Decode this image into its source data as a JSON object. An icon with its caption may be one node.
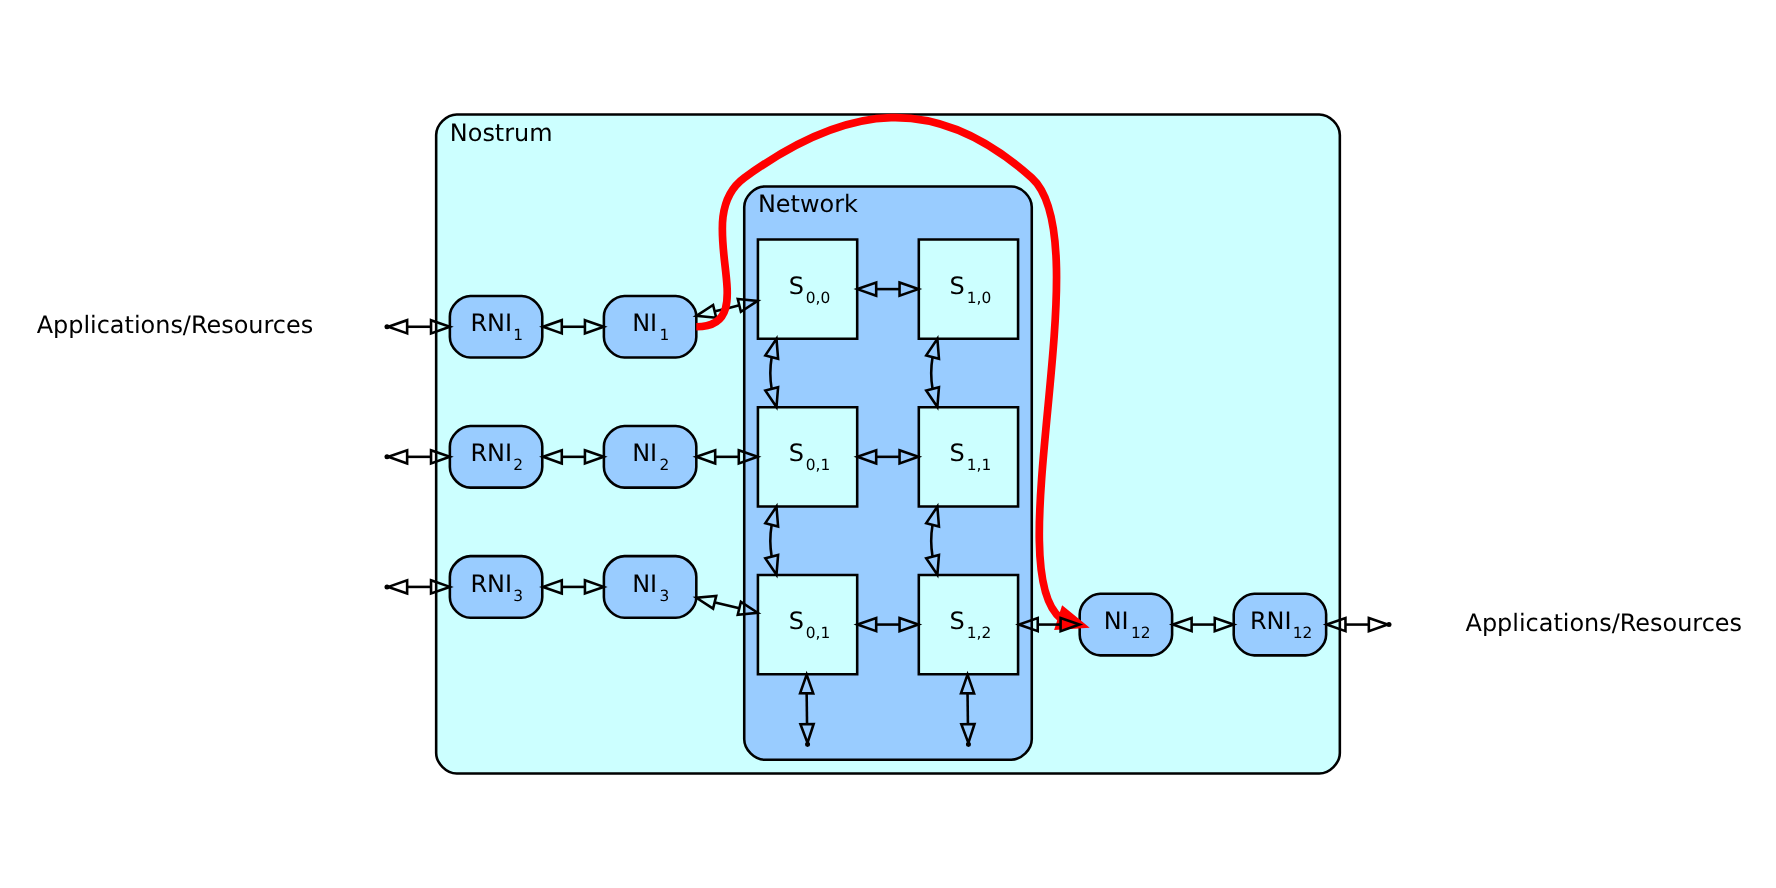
{
  "diagram": {
    "nodes": [
      {
        "text": [
          "Nostrum"
        ]
      },
      {
        "text": [
          "RNI$_{1}$"
        ],
        "in": 0
      },
      {
        "text": [
          "NI$_{1}$"
        ],
        "in": 0
      },
      {
        "text": [
          "Network"
        ],
        "in": 0
      },
      {
        "text": [
          "S$_{0,0}$"
        ],
        "in": 3
      },
      {
        "text": [
          "S$_{1,0}$"
        ],
        "in": 3
      },
      {
        "text": [
          "RNI$_{2}$"
        ],
        "in": 0
      },
      {
        "text": [
          "NI$_{2}$"
        ],
        "in": 0
      },
      {
        "text": [
          "S$_{0,1}$"
        ],
        "in": 3
      },
      {
        "text": [
          "S$_{1,1}$"
        ],
        "in": 3
      },
      {
        "text": [
          "RNI$_{3}$"
        ],
        "in": 0
      },
      {
        "text": [
          "NI$_{3}$"
        ],
        "in": 0
      },
      {
        "text": [
          "S$_{0,1}$"
        ],
        "in": 3
      },
      {
        "text": [
          "S$_{1,2}$"
        ],
        "in": 3
      },
      {
        "text": [
          "NI$_{12}$"
        ],
        "in": 0
      },
      {
        "text": [
          "RNI$_{12}$"
        ],
        "in": 0
      }
    ],
    "edges": [
      {
        "from": null,
        "to": 1,
        "arrow": "both"
      },
      {
        "from": null,
        "to": 6,
        "arrow": "both"
      },
      {
        "from": null,
        "to": 10,
        "arrow": "both"
      },
      {
        "from": 1,
        "to": 2,
        "arrow": "both"
      },
      {
        "from": 6,
        "to": 7,
        "arrow": "both"
      },
      {
        "from": 10,
        "to": 11,
        "arrow": "both"
      },
      {
        "from": 2,
        "to": 4,
        "arrow": "both"
      },
      {
        "from": 7,
        "to": 8,
        "arrow": "both"
      },
      {
        "from": 11,
        "to": 12,
        "arrow": "both"
      },
      {
        "from": 4,
        "to": 5,
        "arrow": "both"
      },
      {
        "from": 4,
        "to": 8,
        "arrow": "both"
      },
      {
        "from": 5,
        "to": 9,
        "arrow": "both"
      },
      {
        "from": 8,
        "to": 9,
        "arrow": "both"
      },
      {
        "from": 8,
        "to": 12,
        "arrow": "both"
      },
      {
        "from": 9,
        "to": 13,
        "arrow": "both"
      },
      {
        "from": 12,
        "to": 13,
        "arrow": "both"
      },
      {
        "from": 12,
        "to": null,
        "arrow": "both"
      },
      {
        "from": 13,
        "to": null,
        "arrow": "both"
      },
      {
        "from": 13,
        "to": 14,
        "arrow": "both"
      },
      {
        "from": 14,
        "to": 15,
        "arrow": "both"
      },
      {
        "from": 15,
        "to": null,
        "arrow": "both"
      },
      {
        "from": 2,
        "to": 14,
        "arrow": "to",
        "style": "thick",
        "color": "#ff0000"
      }
    ],
    "labels": [
      "Applications/Resources",
      "Applications/Resources"
    ]
  }
}
